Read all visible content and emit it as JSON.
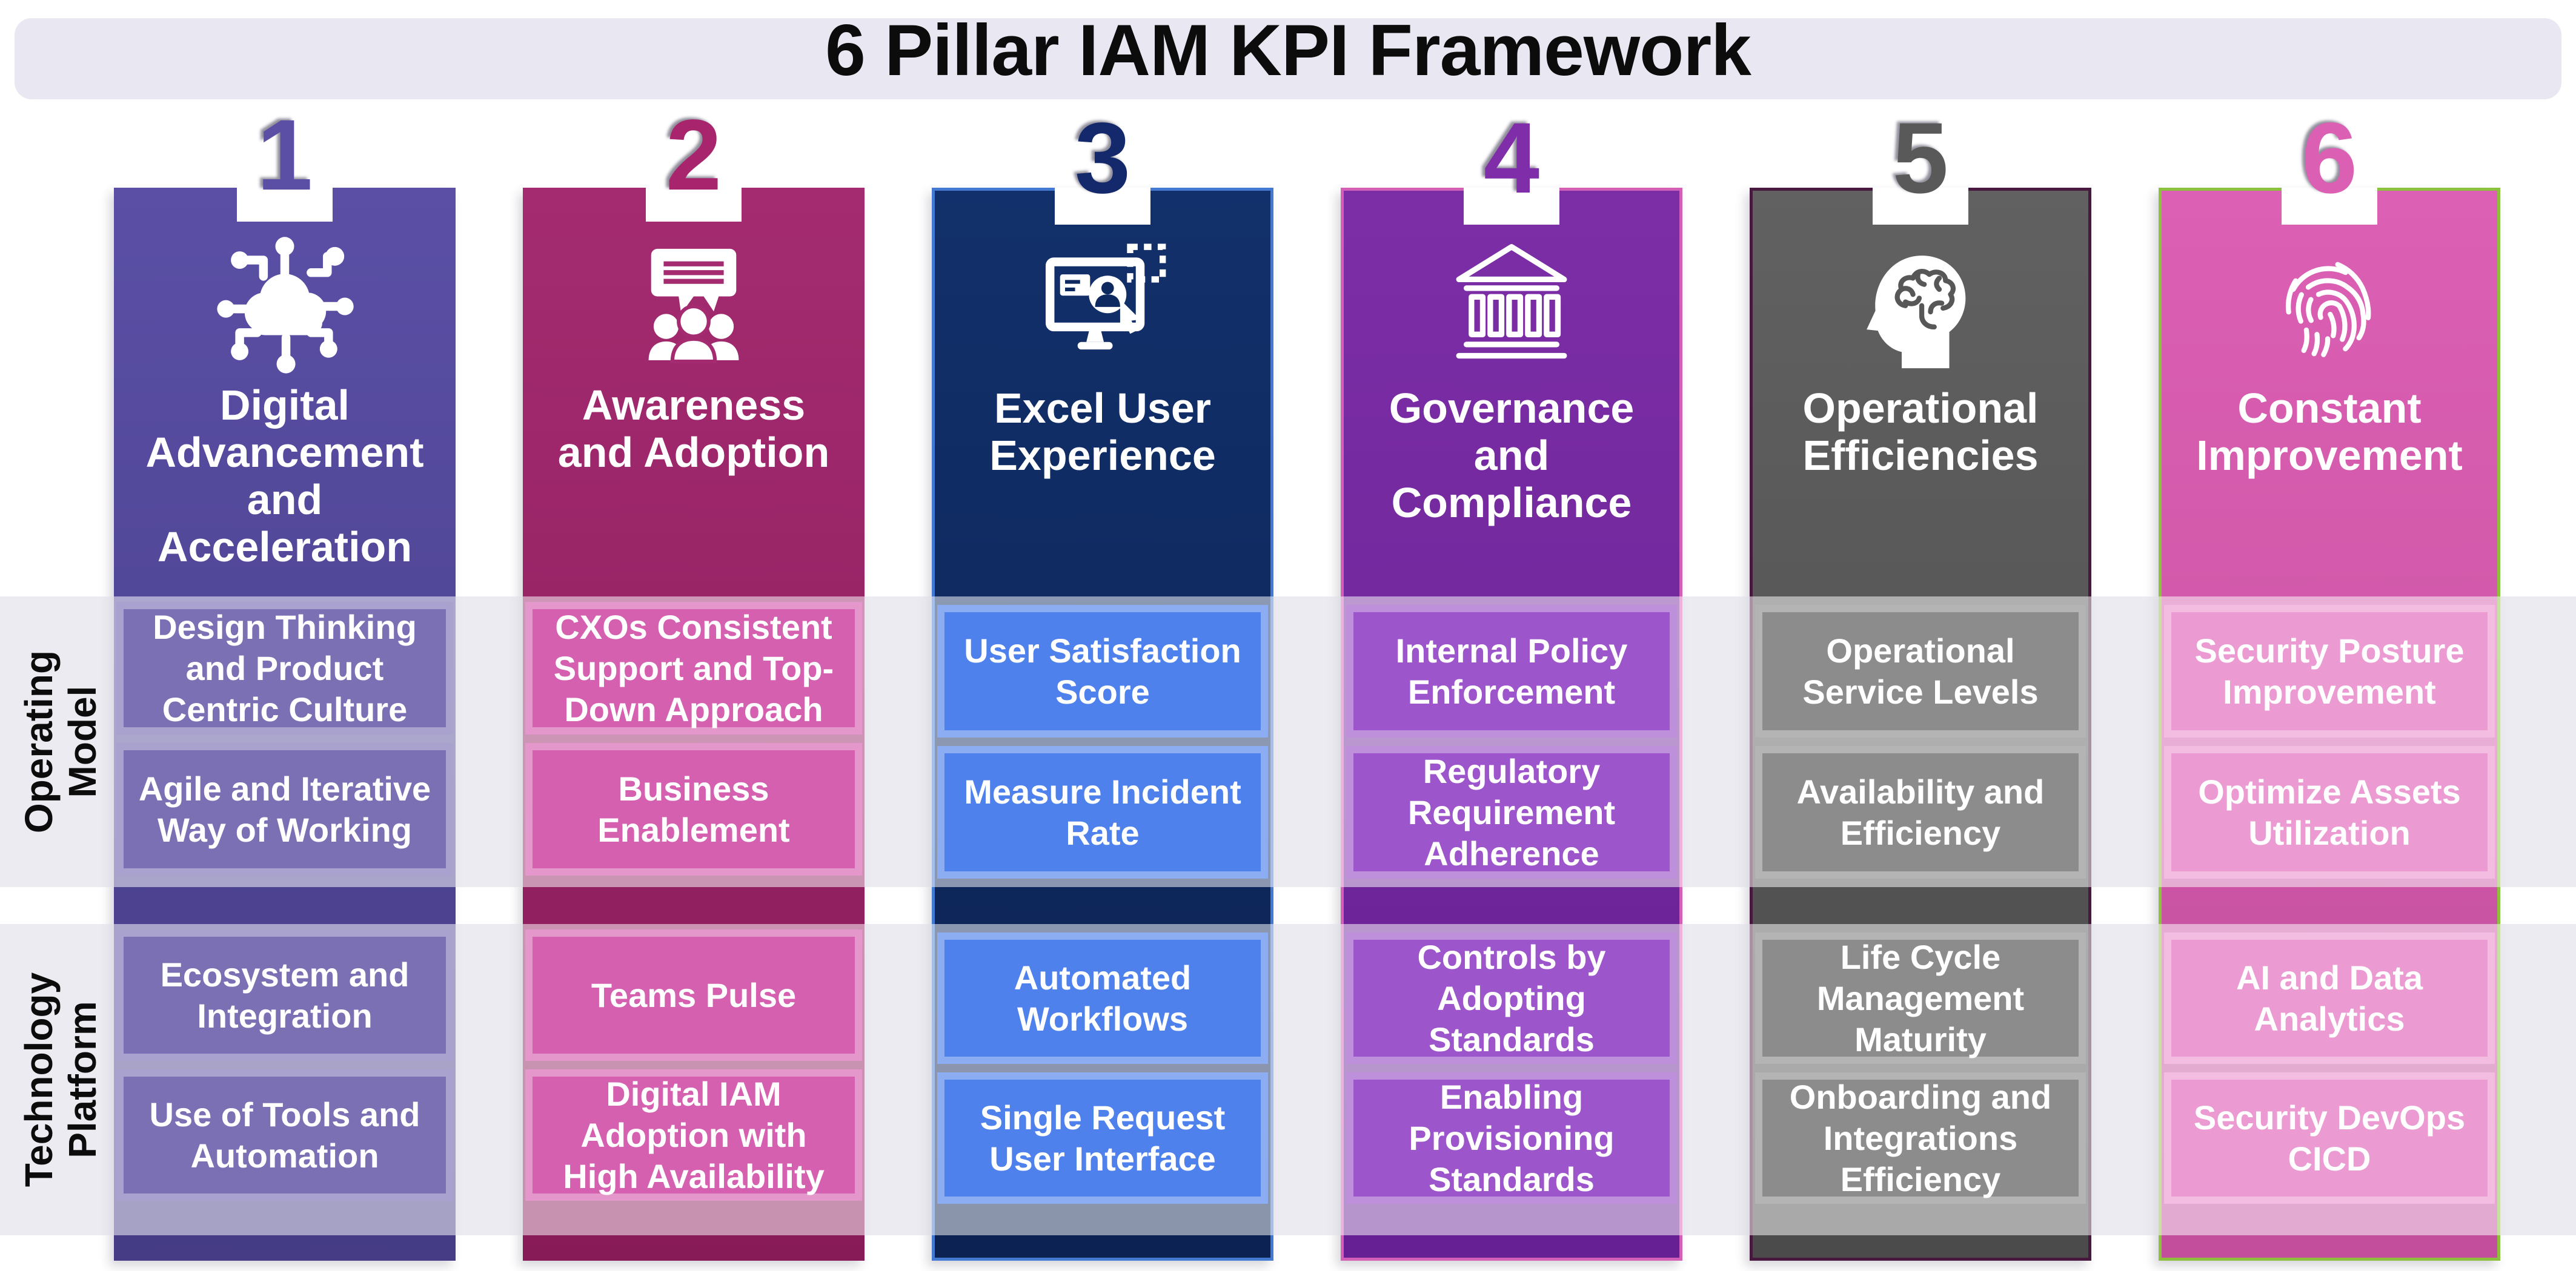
{
  "title": "6 Pillar IAM KPI Framework",
  "row_groups": [
    {
      "label": "Operating Model",
      "display": "Operating\nModel"
    },
    {
      "label": "Technology Platform",
      "display": "Technology\nPlatform"
    }
  ],
  "colors": {
    "page_background": "#ffffff",
    "title_bar_background": "#e9e8f2",
    "title_text": "#0c0c0c",
    "row_band_overlay": "rgba(233,232,243,0.62)",
    "row_label_text": "#0c0c0c",
    "kpi_text": "#ffffff",
    "pillar_title_text": "#ffffff"
  },
  "pillars": [
    {
      "number": "1",
      "title": "Digital Advancement and Acceleration",
      "title_display": "Digital\nAdvancement\nand\nAcceleration",
      "icon": "cloud-network-icon",
      "colors": {
        "fill": "#51459b",
        "kpi_fill": "#7b70b4",
        "number": "#5a4fa5",
        "border": "#51459b"
      },
      "kpis": {
        "operating": [
          "Design Thinking\nand Product\nCentric Culture",
          "Agile and Iterative\nWay of Working"
        ],
        "technology": [
          "Ecosystem and\nIntegration",
          "Use of Tools and\nAutomation"
        ]
      }
    },
    {
      "number": "2",
      "title": "Awareness and Adoption",
      "title_display": "Awareness\nand Adoption",
      "icon": "chat-people-icon",
      "colors": {
        "fill": "#9d1f66",
        "kpi_fill": "#d560af",
        "number": "#a8256e",
        "border": "#9d1f66"
      },
      "kpis": {
        "operating": [
          "CXOs Consistent\nSupport and Top-\nDown Approach",
          "Business\nEnablement"
        ],
        "technology": [
          "Teams Pulse",
          "Digital IAM\nAdoption with\nHigh Availability"
        ]
      }
    },
    {
      "number": "3",
      "title": "Excel User Experience",
      "title_display": "Excel User\nExperience",
      "icon": "monitor-user-icon",
      "colors": {
        "fill": "#0e2860",
        "kpi_fill": "#4f81ec",
        "number": "#13296b",
        "border": "#4379d1"
      },
      "kpis": {
        "operating": [
          "User Satisfaction\nScore",
          "Measure Incident\nRate"
        ],
        "technology": [
          "Automated\nWorkflows",
          "Single Request\nUser Interface"
        ]
      }
    },
    {
      "number": "4",
      "title": "Governance and Compliance",
      "title_display": "Governance\nand\nCompliance",
      "icon": "bank-icon",
      "colors": {
        "fill": "#74269c",
        "kpi_fill": "#9c55ca",
        "number": "#7f2da8",
        "border": "#d35fb6"
      },
      "kpis": {
        "operating": [
          "Internal Policy\nEnforcement",
          "Regulatory\nRequirement\nAdherence"
        ],
        "technology": [
          "Controls by\nAdopting\nStandards",
          "Enabling\nProvisioning\nStandards"
        ]
      }
    },
    {
      "number": "5",
      "title": "Operational Efficiencies",
      "title_display": "Operational\nEfficiencies",
      "icon": "head-brain-icon",
      "colors": {
        "fill": "#575757",
        "kpi_fill": "#8c8c8c",
        "number": "#595959",
        "border": "#47193f"
      },
      "kpis": {
        "operating": [
          "Operational\nService Levels",
          "Availability and\nEfficiency"
        ],
        "technology": [
          "Life Cycle\nManagement\nMaturity",
          "Onboarding and\nIntegrations\nEfficiency"
        ]
      }
    },
    {
      "number": "6",
      "title": "Constant Improvement",
      "title_display": "Constant\nImprovement",
      "icon": "fingerprint-icon",
      "colors": {
        "fill": "#d858ac",
        "kpi_fill": "#ec9ad2",
        "number": "#db5fb3",
        "border": "#8cc13f"
      },
      "kpis": {
        "operating": [
          "Security Posture\nImprovement",
          "Optimize Assets\nUtilization"
        ],
        "technology": [
          "AI and Data\nAnalytics",
          "Security DevOps\nCICD"
        ]
      }
    }
  ]
}
